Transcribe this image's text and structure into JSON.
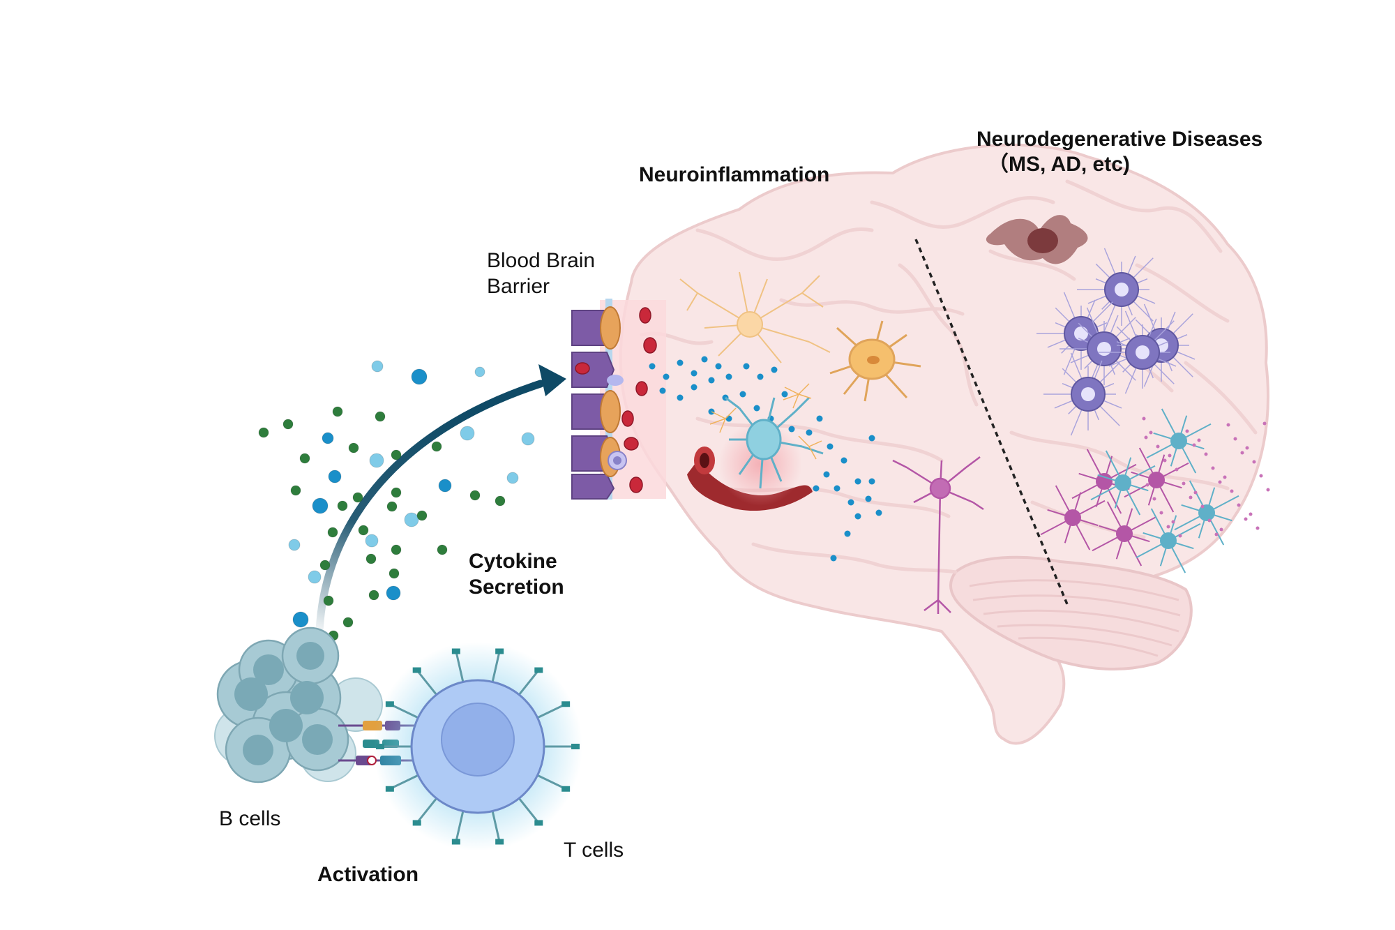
{
  "labels": {
    "neurodegenerative_title": "Neurodegenerative Diseases",
    "neurodegenerative_examples": "（MS, AD, etc)",
    "neuroinflammation": "Neuroinflammation",
    "bbb_line1": "Blood Brain",
    "bbb_line2": "Barrier",
    "cytokine_line1": "Cytokine",
    "cytokine_line2": "Secretion",
    "b_cells": "B cells",
    "t_cells": "T cells",
    "activation": "Activation"
  },
  "colors": {
    "brain_fill": "#f9e6e6",
    "brain_outline": "#eccbcc",
    "arrow": "#0f4a66",
    "cytokine_green": "#2e7d3c",
    "cytokine_blue": "#1a8fc9",
    "cytokine_light_blue": "#7fcbe8",
    "astrocyte_orange": "#f0b25c",
    "microglia_teal": "#5fb0c8",
    "neuron_magenta": "#b456a6",
    "plaque_purple": "#7f75c0",
    "lesion_brown": "#8d4a4c",
    "blood_cell_red": "#c9283a",
    "b_cell": "#8fbdc8",
    "t_cell": "#9ab7ef"
  },
  "icons": {
    "brain": "brain-icon",
    "blood_brain_barrier": "blood-brain-barrier-icon",
    "arrow": "curved-arrow-icon",
    "b_cells": "b-cell-cluster-icon",
    "t_cell": "t-cell-icon",
    "astrocyte": "astrocyte-icon",
    "microglia": "microglia-icon",
    "neuron": "neuron-icon",
    "plaque": "amyloid-plaque-icon",
    "lesion": "lesion-icon",
    "blood_vessel": "blood-vessel-icon",
    "divider": "dashed-divider-icon"
  }
}
